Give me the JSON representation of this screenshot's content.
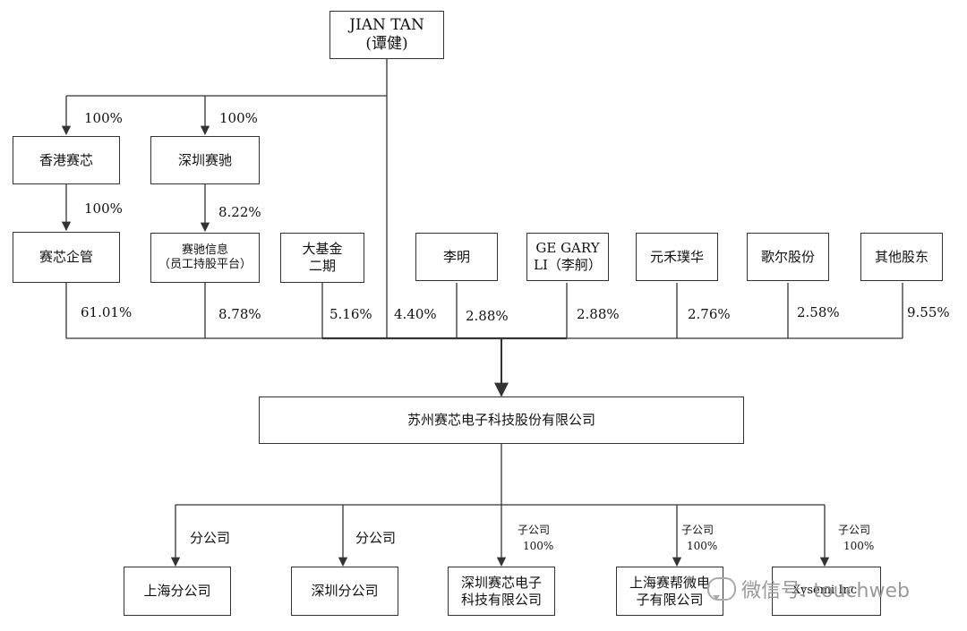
{
  "top_holder": {
    "line1": "JIAN TAN",
    "line2": "(谭健)"
  },
  "level1": {
    "hk": {
      "name": "香港赛芯",
      "pct": "100%"
    },
    "sz": {
      "name": "深圳赛驰",
      "pct": "100%"
    }
  },
  "level2": {
    "qiguan": {
      "name": "赛芯企管",
      "pct": "100%"
    },
    "xinxi": {
      "line1": "赛驰信息",
      "line2": "（员工持股平台）",
      "pct": "8.22%"
    }
  },
  "shareholders": [
    {
      "key": "qiguan",
      "pct": "61.01%"
    },
    {
      "key": "xinxi",
      "pct": "8.78%"
    },
    {
      "key": "dajijin",
      "line1": "大基金",
      "line2": "二期",
      "pct": "5.16%"
    },
    {
      "key": "jiantan",
      "pct": "4.40%"
    },
    {
      "key": "liming",
      "line1": "李明",
      "pct": "2.88%"
    },
    {
      "key": "gegary",
      "line1": "GE GARY",
      "line2": "LI（李舸）",
      "pct": "2.88%"
    },
    {
      "key": "yuanhe",
      "line1": "元禾璞华",
      "pct": "2.76%"
    },
    {
      "key": "geer",
      "line1": "歌尔股份",
      "pct": "2.58%"
    },
    {
      "key": "others",
      "line1": "其他股东",
      "pct": "9.55%"
    }
  ],
  "company": {
    "name": "苏州赛芯电子科技股份有限公司"
  },
  "subsidiaries": [
    {
      "rel": "分公司",
      "rel_pct": "",
      "line1": "上海分公司",
      "line2": ""
    },
    {
      "rel": "分公司",
      "rel_pct": "",
      "line1": "深圳分公司",
      "line2": ""
    },
    {
      "rel": "子公司",
      "rel_pct": "100%",
      "line1": "深圳赛芯电子",
      "line2": "科技有限公司"
    },
    {
      "rel": "子公司",
      "rel_pct": "100%",
      "line1": "上海赛帮微电",
      "line2": "子有限公司"
    },
    {
      "rel": "子公司",
      "rel_pct": "100%",
      "line1": "Xysemi Inc.",
      "line2": ""
    }
  ],
  "watermark": "微信号: touchweb",
  "colors": {
    "line": "#333333",
    "box_border": "#333333",
    "watermark": "#9a9a9a"
  }
}
